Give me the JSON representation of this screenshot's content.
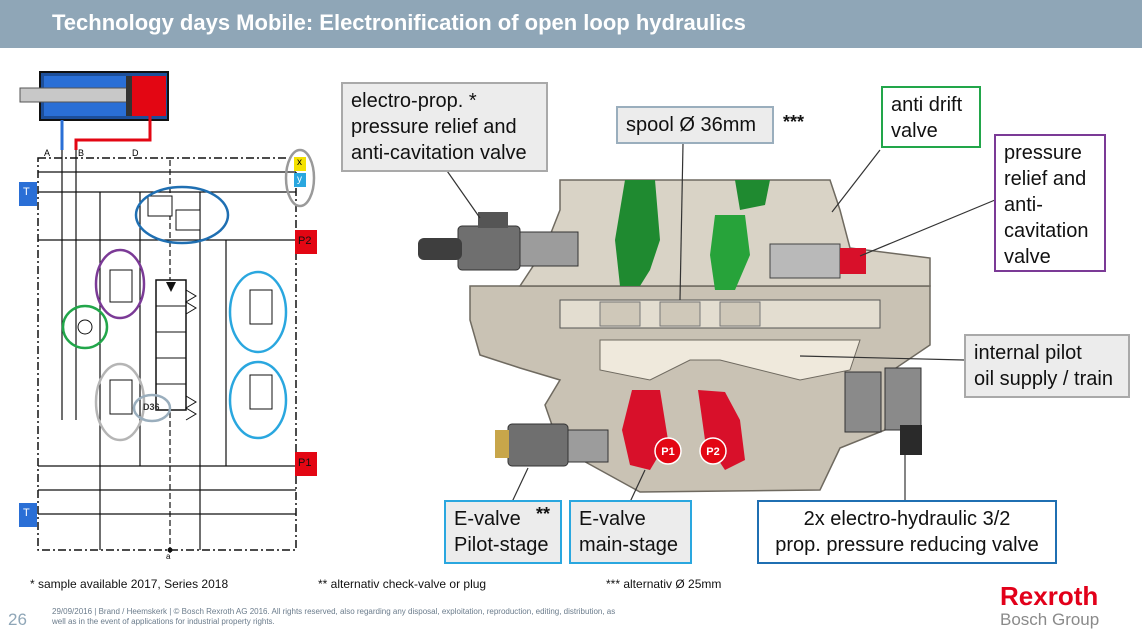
{
  "header": {
    "title": "Technology days Mobile: Electronification of open loop hydraulics"
  },
  "callouts": {
    "pressure_relief_left": "electro-prop. * pressure relief and anti-cavitation valve",
    "pressure_relief_left_lines": [
      "electro-prop. *",
      "pressure relief and",
      "anti-cavitation valve"
    ],
    "spool": "spool Ø 36mm",
    "spool_stars": "***",
    "anti_drift_lines": [
      "anti drift",
      "valve"
    ],
    "pressure_relief_right_lines": [
      "pressure",
      "relief and",
      "anti-",
      "cavitation",
      "valve"
    ],
    "internal_pilot_lines": [
      "internal pilot",
      "oil supply / train"
    ],
    "evalve_pilot_lines": [
      "E-valve",
      "Pilot-stage"
    ],
    "evalve_pilot_stars": "**",
    "evalve_main_lines": [
      "E-valve",
      "main-stage"
    ],
    "electro_hydraulic_lines": [
      "2x electro-hydraulic 3/2",
      "prop. pressure reducing valve"
    ]
  },
  "schematic": {
    "labels": {
      "A": "A",
      "B": "B",
      "D": "D",
      "x": "x",
      "y": "y",
      "T_top": "T",
      "T_bottom": "T",
      "P2": "P2",
      "P1": "P1",
      "D36": "D36",
      "a": "a"
    }
  },
  "ports": {
    "p1": "P1",
    "p2": "P2"
  },
  "footnotes": {
    "note1": "*   sample available 2017, Series 2018",
    "note2": "**  alternativ check-valve or plug",
    "note3": "*** alternativ Ø 25mm"
  },
  "footer": {
    "page_number": "26",
    "copyright_line1": "29/09/2016 | Brand / Heemskerk | © Bosch Rexroth AG 2016. All rights reserved, also regarding any disposal, exploitation, reproduction, editing, distribution, as",
    "copyright_line2": "well as in the event of applications for industrial property rights.",
    "logo_brand": "Rexroth",
    "logo_group": "Bosch Group"
  },
  "colors": {
    "header_bg": "#8fa6b7",
    "rexroth_red": "#e2001a",
    "port_blue": "#2a6fd6",
    "port_red": "#e30613",
    "oil_green": "#1e9b2e",
    "oil_red": "#d8102a"
  }
}
